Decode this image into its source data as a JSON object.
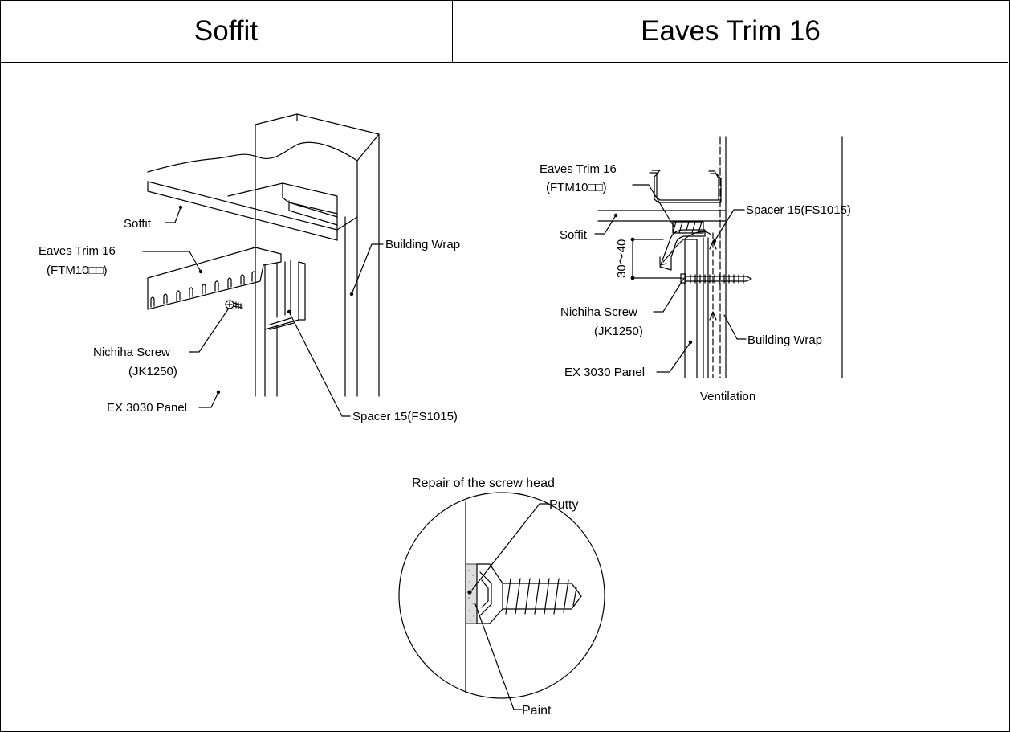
{
  "headers": {
    "left": "Soffit",
    "right": "Eaves Trim 16"
  },
  "left_view": {
    "soffit": "Soffit",
    "eaves_trim": "Eaves Trim 16",
    "eaves_trim_code": "(FTM10□□)",
    "building_wrap": "Building Wrap",
    "screw": "Nichiha Screw",
    "screw_code": "(JK1250)",
    "panel": "EX 3030 Panel",
    "spacer": "Spacer 15(FS1015)"
  },
  "right_view": {
    "eaves_trim": "Eaves Trim 16",
    "eaves_trim_code": "(FTM10□□)",
    "spacer": "Spacer 15(FS1015)",
    "soffit": "Soffit",
    "dimension": "30～40",
    "screw": "Nichiha Screw",
    "screw_code": "(JK1250)",
    "building_wrap": "Building Wrap",
    "panel": "EX 3030 Panel",
    "ventilation": "Ventilation"
  },
  "detail": {
    "title": "Repair of the screw head",
    "putty": "Putty",
    "paint": "Paint"
  }
}
